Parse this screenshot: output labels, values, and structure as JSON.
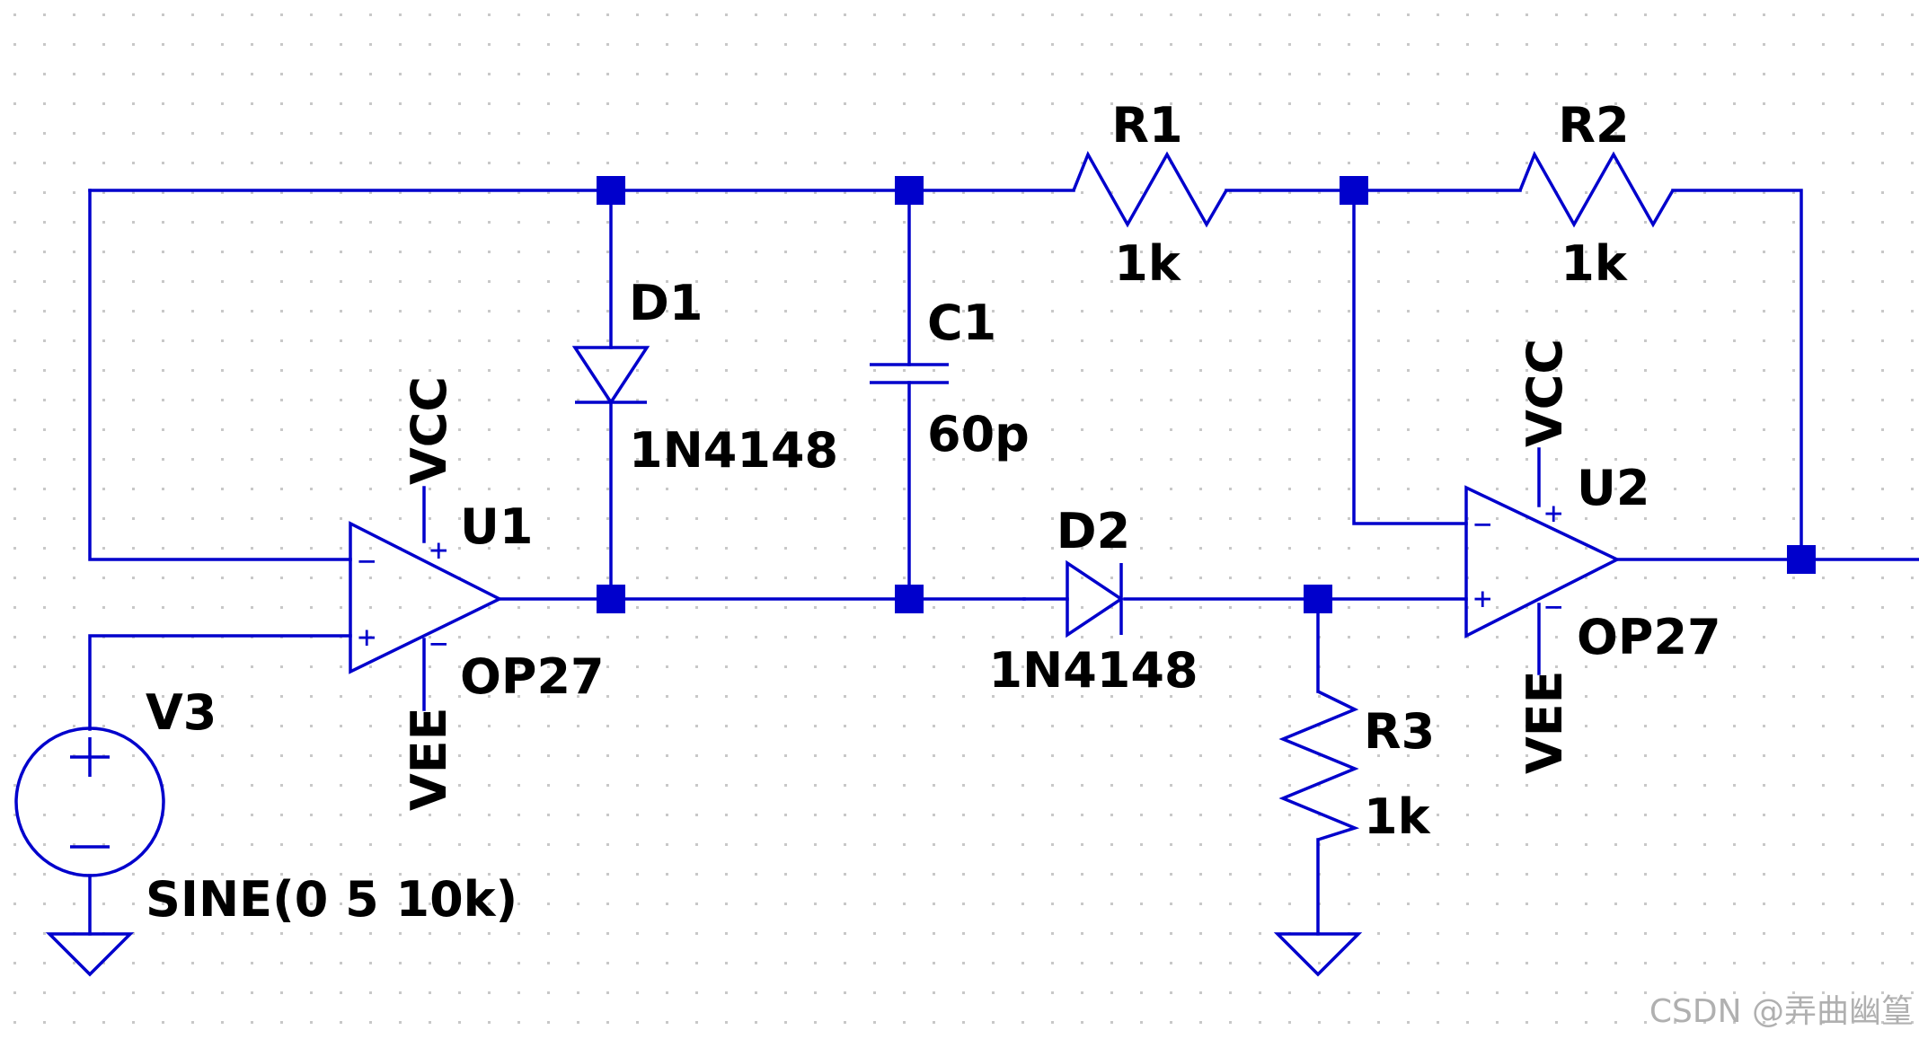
{
  "components": {
    "R1": {
      "ref": "R1",
      "value": "1k"
    },
    "R2": {
      "ref": "R2",
      "value": "1k"
    },
    "R3": {
      "ref": "R3",
      "value": "1k"
    },
    "D1": {
      "ref": "D1",
      "value": "1N4148"
    },
    "D2": {
      "ref": "D2",
      "value": "1N4148"
    },
    "C1": {
      "ref": "C1",
      "value": "60p"
    },
    "U1": {
      "ref": "U1",
      "value": "OP27",
      "supply_pos": "VCC",
      "supply_neg": "VEE"
    },
    "U2": {
      "ref": "U2",
      "value": "OP27",
      "supply_pos": "VCC",
      "supply_neg": "VEE"
    },
    "V3": {
      "ref": "V3",
      "value": "SINE(0 5 10k)"
    }
  },
  "pin_marks": {
    "plus": "+",
    "minus": "−"
  },
  "watermark": "CSDN @弄曲幽篁",
  "colors": {
    "wire": "#0000cc",
    "label": "#000000",
    "grid_dot": "#c8c8c8",
    "background": "#ffffff",
    "watermark": "#b0b0b0"
  }
}
